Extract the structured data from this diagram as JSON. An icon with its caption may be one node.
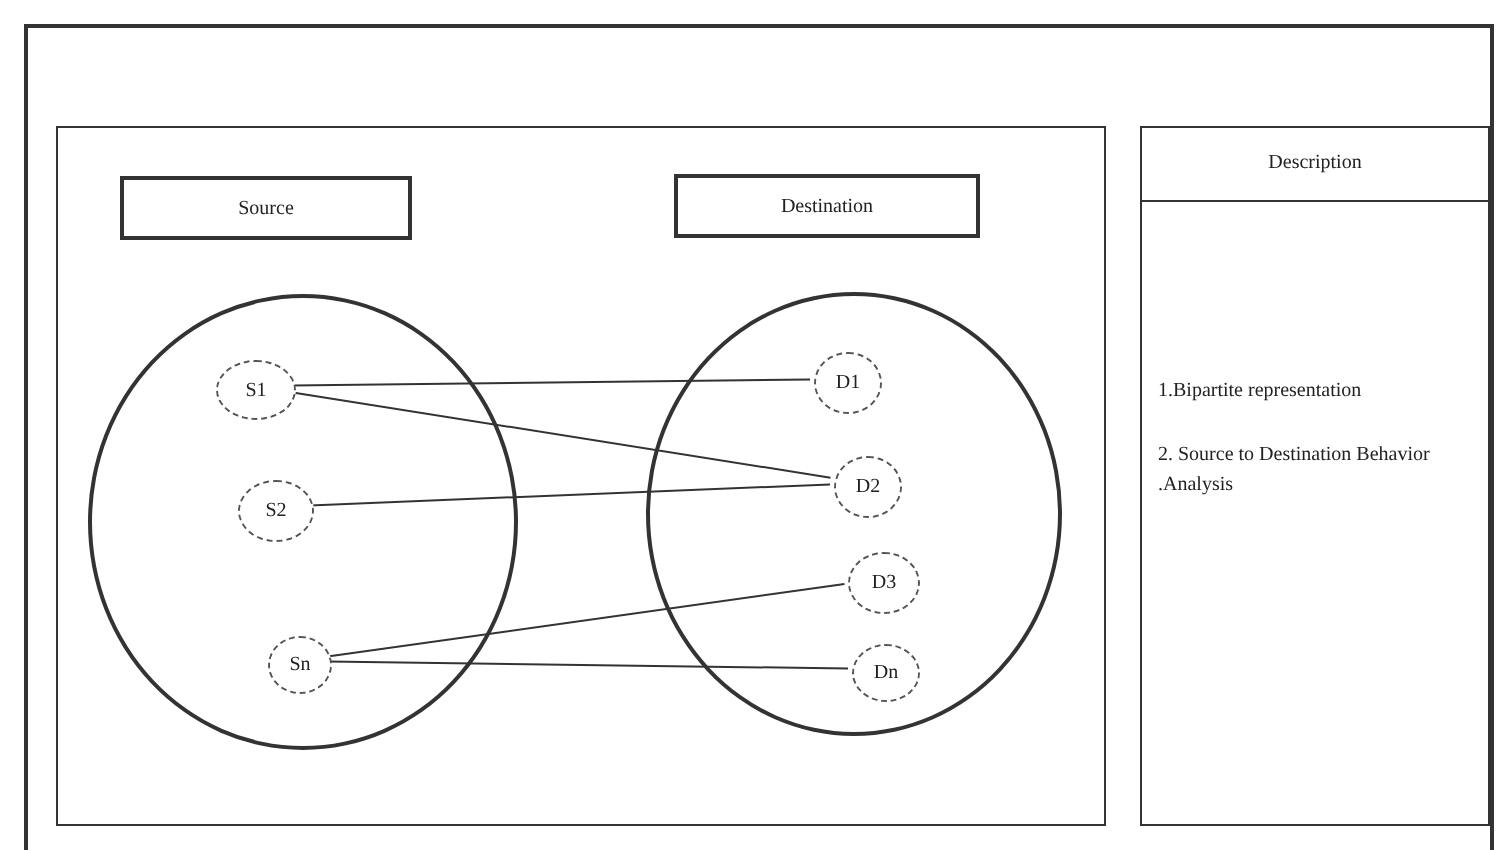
{
  "diagram": {
    "nodes": [
      {
        "text": [
          "Source"
        ]
      },
      {
        "text": [
          "Destination"
        ]
      },
      {
        "text": [],
        "shape": "circle"
      },
      {
        "text": [
          "S1"
        ],
        "in": 2
      },
      {
        "text": [
          "S2"
        ],
        "in": 2
      },
      {
        "text": [
          "Sn"
        ],
        "in": 2
      },
      {
        "text": [],
        "shape": "circle"
      },
      {
        "text": [
          "D1"
        ],
        "in": 6
      },
      {
        "text": [
          "D2"
        ],
        "in": 6
      },
      {
        "text": [
          "D3"
        ],
        "in": 6
      },
      {
        "text": [
          "Dn"
        ],
        "in": 6
      },
      {
        "text": [
          "Description",
          "1.Bipartite representation",
          "2. Source to Destination Behavior .Analysis"
        ]
      }
    ],
    "edges": [
      {
        "from": 3,
        "to": 7,
        "arrow": "none"
      },
      {
        "from": 3,
        "to": 8,
        "arrow": "none"
      },
      {
        "from": 4,
        "to": 8,
        "arrow": "none"
      },
      {
        "from": 5,
        "to": 9,
        "arrow": "none"
      },
      {
        "from": 5,
        "to": 10,
        "arrow": "none"
      }
    ]
  }
}
